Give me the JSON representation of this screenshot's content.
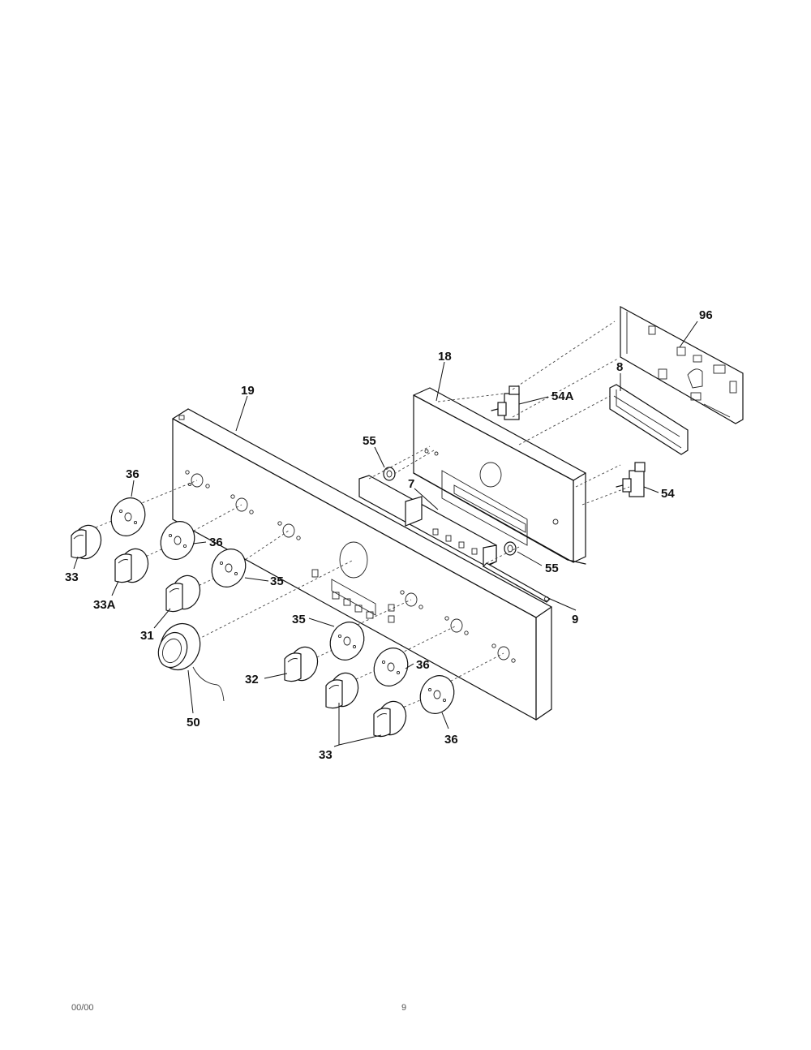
{
  "labels": {
    "p96": "96",
    "p18": "18",
    "p8": "8",
    "p54A": "54A",
    "p19": "19",
    "p55a": "55",
    "p7": "7",
    "p54": "54",
    "p55b": "55",
    "p36a": "36",
    "p36b": "36",
    "p33a": "33",
    "p33A": "33A",
    "p35a": "35",
    "p31": "31",
    "p9": "9",
    "p35b": "35",
    "p32": "32",
    "p36c": "36",
    "p36d": "36",
    "p50": "50",
    "p33b": "33"
  },
  "footer": {
    "left": "00/00",
    "center": "9"
  }
}
